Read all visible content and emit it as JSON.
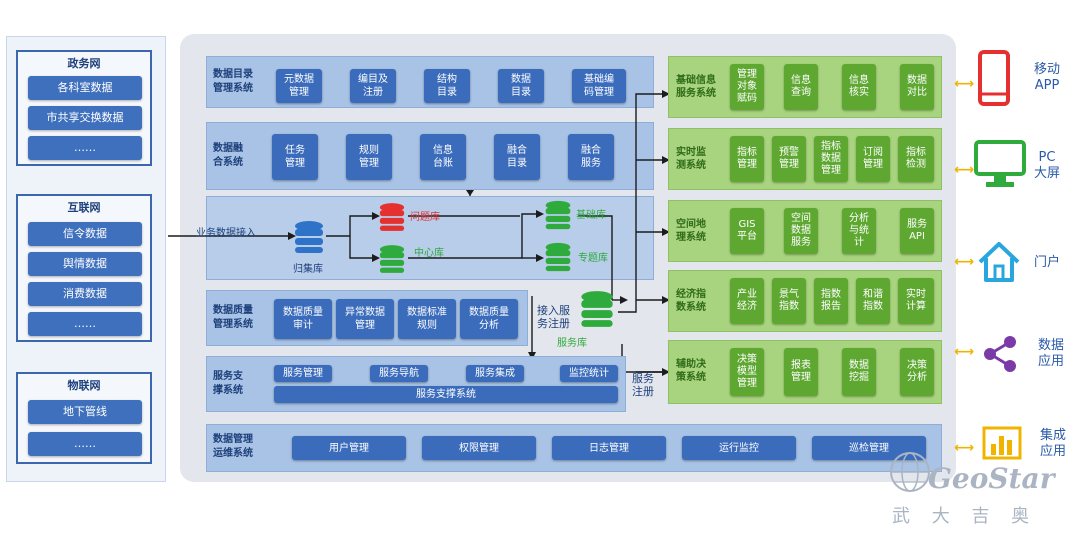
{
  "left": {
    "gov": {
      "title": "政务网",
      "items": [
        "各科室数据",
        "市共享交换数据",
        "……"
      ]
    },
    "internet": {
      "title": "互联网",
      "items": [
        "信令数据",
        "舆情数据",
        "消费数据",
        "……"
      ]
    },
    "iot": {
      "title": "物联网",
      "items": [
        "地下管线",
        "……"
      ]
    }
  },
  "ingest_label": "业务数据接入",
  "bands": {
    "catalog": {
      "label": "数据目录\n管理系统",
      "items": [
        "元数据\n管理",
        "编目及\n注册",
        "结构\n目录",
        "数据\n目录",
        "基础编\n码管理"
      ]
    },
    "fusion": {
      "label": "数据融\n合系统",
      "items": [
        "任务\n管理",
        "规则\n管理",
        "信息\n台账",
        "融合\n目录",
        "融合\n服务"
      ]
    },
    "quality": {
      "label": "数据质量\n管理系统",
      "items": [
        "数据质量\n审计",
        "异常数据\n管理",
        "数据标准\n规则",
        "数据质量\n分析"
      ]
    },
    "service": {
      "label": "服务支\n撑系统",
      "items": [
        "服务管理",
        "服务导航",
        "服务集成",
        "监控统计"
      ],
      "bar": "服务支撑系统"
    },
    "ops": {
      "label": "数据管理\n运维系统",
      "items": [
        "用户管理",
        "权限管理",
        "日志管理",
        "运行监控",
        "巡检管理"
      ]
    }
  },
  "dbs": {
    "gather": "归集库",
    "problem": "问题库",
    "center": "中心库",
    "base": "基础库",
    "topic": "专题库",
    "service": "服务库"
  },
  "access_label": "接入服\n务注册",
  "service_reg": "服务\n注册",
  "green": [
    {
      "label": "基础信息\n服务系统",
      "items": [
        "管理\n对象\n赋码",
        "信息\n查询",
        "信息\n核实",
        "数据\n对比"
      ]
    },
    {
      "label": "实时监\n测系统",
      "items": [
        "指标\n管理",
        "预警\n管理",
        "指标\n数据\n管理",
        "订阅\n管理",
        "指标\n检测"
      ]
    },
    {
      "label": "空间地\n理系统",
      "items": [
        "GIS\n平台",
        "空间\n数据\n服务",
        "分析\n与统\n计",
        "服务\nAPI"
      ]
    },
    {
      "label": "经济指\n数系统",
      "items": [
        "产业\n经济",
        "景气\n指数",
        "指数\n报告",
        "和谐\n指数",
        "实时\n计算"
      ]
    },
    {
      "label": "辅助决\n策系统",
      "items": [
        "决策\n模型\n管理",
        "报表\n管理",
        "数据\n挖掘",
        "决策\n分析"
      ]
    }
  ],
  "right": [
    {
      "label": "移动\nAPP",
      "icon": "phone-icon"
    },
    {
      "label": "PC\n大屏",
      "icon": "monitor-icon"
    },
    {
      "label": "门户",
      "icon": "home-icon"
    },
    {
      "label": "数据\n应用",
      "icon": "share-icon"
    },
    {
      "label": "集成\n应用",
      "icon": "chart-icon"
    }
  ],
  "logo": {
    "name": "GeoStar",
    "cn": "武 大 吉 奥"
  },
  "colors": {
    "blue": "#3b6cbc",
    "green": "#5ea832",
    "red": "#e53030",
    "gold": "#f0b400"
  }
}
